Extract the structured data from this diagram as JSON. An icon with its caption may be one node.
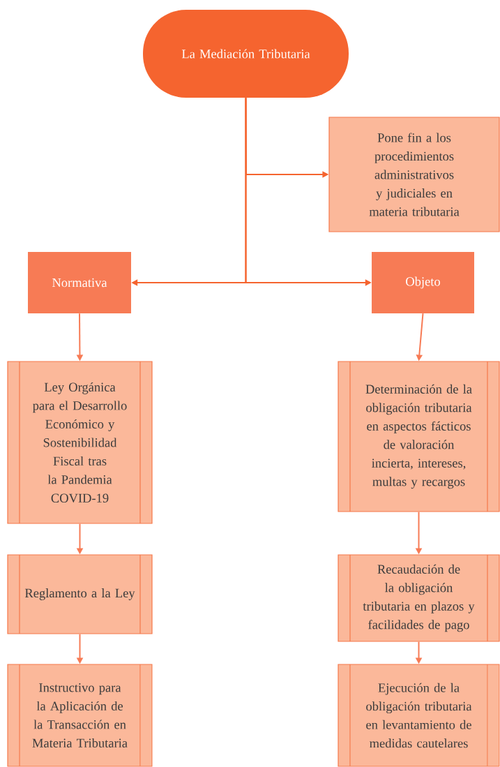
{
  "diagram": {
    "nodes": [
      {
        "text": [
          "La Mediación Tributaria"
        ]
      },
      {
        "text": [
          "Pone fin a los procedimientos administrativos y judiciales en materia tributaria"
        ]
      },
      {
        "text": [
          "Normativa"
        ]
      },
      {
        "text": [
          "Objeto"
        ]
      },
      {
        "text": [
          "Ley Orgánica para el Desarrollo Económico  y Sostenibilidad Fiscal tras la Pandemia COVID-19"
        ]
      },
      {
        "text": [
          "Reglamento a la Ley"
        ]
      },
      {
        "text": [
          "Instructivo para la Aplicación de la Transacción en Materia Tributaria"
        ]
      },
      {
        "text": [
          "Determinación de la obligación tributaria en aspectos fácticos de valoración incierta, intereses, multas y recargos"
        ]
      },
      {
        "text": [
          "Recaudación de la obligación tributaria en plazos y facilidades de pago"
        ]
      },
      {
        "text": [
          "Ejecución de la obligación tributaria en levantamiento de medidas cautelares"
        ]
      }
    ],
    "edges": [
      {
        "from": 0,
        "to": 1,
        "arrow": "to",
        "color": "#f5642f"
      },
      {
        "from": 0,
        "to": 2,
        "arrow": "to",
        "color": "#f5642f"
      },
      {
        "from": 0,
        "to": 3,
        "arrow": "to",
        "color": "#f5642f"
      },
      {
        "from": 2,
        "to": 4,
        "arrow": "to"
      },
      {
        "from": 4,
        "to": 5,
        "arrow": "to"
      },
      {
        "from": 5,
        "to": 6,
        "arrow": "to"
      },
      {
        "from": 3,
        "to": 7,
        "arrow": "to"
      },
      {
        "from": 7,
        "to": 8,
        "arrow": "to"
      },
      {
        "from": 8,
        "to": 9,
        "arrow": "to"
      }
    ]
  }
}
